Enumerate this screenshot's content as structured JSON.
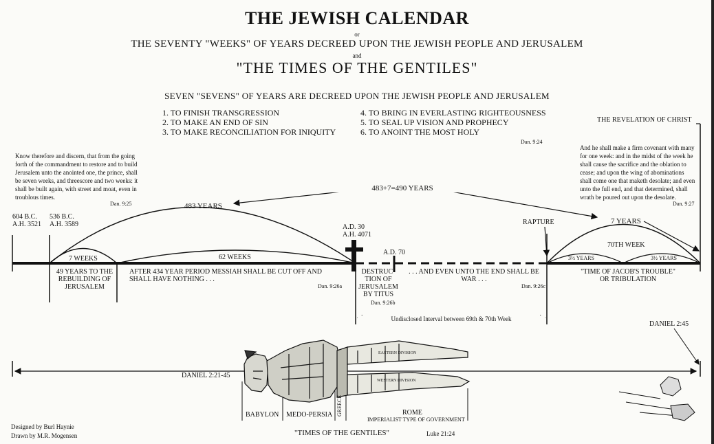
{
  "header": {
    "title": "THE JEWISH CALENDAR",
    "or": "or",
    "subtitle": "THE SEVENTY \"WEEKS\" OF YEARS DECREED UPON THE JEWISH PEOPLE AND JERUSALEM",
    "and": "and",
    "title2": "\"THE TIMES OF THE GENTILES\""
  },
  "decree": {
    "heading": "SEVEN \"SEVENS\" OF YEARS ARE DECREED UPON THE JEWISH PEOPLE AND JERUSALEM",
    "items_left": [
      "1. TO FINISH TRANSGRESSION",
      "2. TO MAKE AN END OF SIN",
      "3. TO MAKE RECONCILIATION FOR INIQUITY"
    ],
    "items_right": [
      "4. TO BRING IN EVERLASTING RIGHTEOUSNESS",
      "5. TO SEAL UP VISION AND PROPHECY",
      "6. TO ANOINT THE MOST HOLY"
    ],
    "ref": "Dan. 9:24"
  },
  "left_quote": {
    "text": "Know therefore and discern, that from the going forth of the commandment to restore and to build Jerusalem unto the anointed one, the prince, shall be seven weeks, and threescore and two weeks: it shall be built again, with street and moat, even in troublous times.",
    "ref": "Dan. 9:25"
  },
  "right_quote": {
    "revelation": "THE REVELATION OF CHRIST",
    "text": "And he shall make a firm covenant with many for one week: and in the midst of the week he shall cause the sacrifice and the oblation to cease; and upon the wing of abominations shall come one that maketh desolate; and even unto the full end, and that determined, shall wrath be poured out upon the desolate.",
    "ref": "Dan. 9:27"
  },
  "timeline": {
    "total": "483+7=490 YEARS",
    "y483": "483 YEARS",
    "date1_bc": "604 B.C.",
    "date1_ah": "A.H. 3521",
    "date2_bc": "536 B.C.",
    "date2_ah": "A.H. 3589",
    "weeks7": "7 WEEKS",
    "weeks62": "62 WEEKS",
    "ad30": "A.D. 30",
    "ah4071": "A.H. 4071",
    "ad70": "A.D. 70",
    "rapture": "RAPTURE",
    "years7": "7 YEARS",
    "week70": "70TH WEEK",
    "half1": "3½ YEARS",
    "half2": "3½ YEARS",
    "rebuild": "49 YEARS TO THE REBUILDING OF JERUSALEM",
    "after434": "AFTER 434 YEAR PERIOD MESSIAH SHALL BE CUT OFF AND SHALL HAVE NOTHING . . .",
    "ref26a": "Dan. 9:26a",
    "destruction": "DESTRUC-TION OF JERUSALEM BY TITUS",
    "ref26b": "Dan. 9:26b",
    "war": ". . . AND EVEN UNTO THE END SHALL BE WAR . . .",
    "ref26c": "Dan. 9:26c",
    "trouble": "\"TIME OF JACOB'S TROUBLE\" OR TRIBULATION",
    "interval": "Undisclosed Interval between 69th & 70th Week"
  },
  "gentiles": {
    "daniel221": "DANIEL 2:21-45",
    "daniel245": "DANIEL 2:45",
    "babylon": "BABYLON",
    "medo": "MEDO-PERSIA",
    "greece": "GREECE",
    "rome": "ROME",
    "rome_sub": "IMPERIALIST TYPE OF GOVERNMENT",
    "eastern": "EASTERN DIVISION",
    "western": "WESTERN DIVISION",
    "times": "\"TIMES OF THE GENTILES\"",
    "luke": "Luke 21:24"
  },
  "credits": {
    "designed": "Designed by Burl Haynie",
    "drawn": "Drawn by M.R. Mogensen"
  }
}
